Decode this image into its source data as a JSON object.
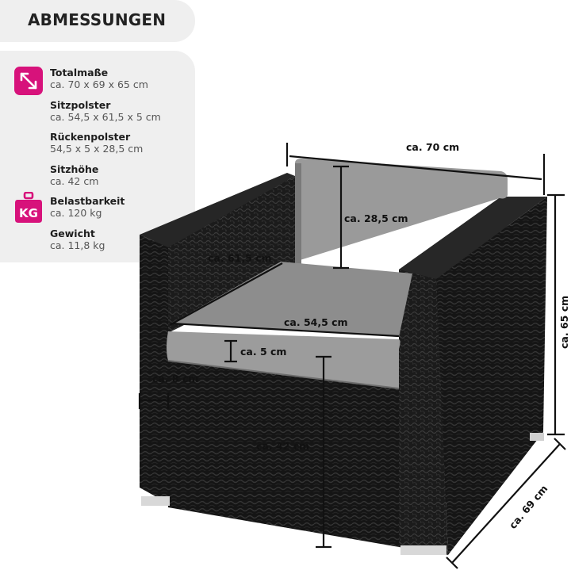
{
  "heading": "ABMESSUNGEN",
  "specs": [
    {
      "label": "Totalmaße",
      "value": "ca. 70 x 69 x 65 cm",
      "icon": "resize-diagonal-icon"
    },
    {
      "label": "Sitzpolster",
      "value": "ca. 54,5 x 61,5 x 5 cm"
    },
    {
      "label": "Rückenpolster",
      "value": "54,5 x 5 x 28,5 cm"
    },
    {
      "label": "Sitzhöhe",
      "value": "ca. 42 cm"
    },
    {
      "label": "Belastbarkeit",
      "value": "ca. 120 kg",
      "icon": "weight-kg-icon"
    },
    {
      "label": "Gewicht",
      "value": "ca. 11,8 kg"
    }
  ],
  "icons": {
    "weight_text": "KG"
  },
  "dimensions": {
    "width_top": "ca. 70 cm",
    "back_height": "ca. 28,5 cm",
    "seat_depth": "ca. 61,5 cm",
    "seat_width": "ca. 54,5 cm",
    "cushion_thickness": "ca. 5 cm",
    "armrest_width": "ca. 8 cm",
    "total_height": "ca. 65 cm",
    "seat_height": "ca. 42 cm",
    "depth": "ca. 69 cm"
  },
  "colors": {
    "accent": "#d7127b",
    "panel": "#efefef",
    "rattan": "#1b1b1b",
    "cushion": "#8e8e8e"
  }
}
